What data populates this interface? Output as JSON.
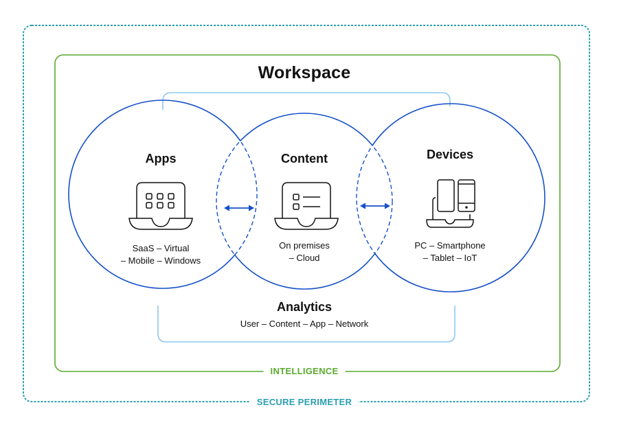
{
  "title": "Workspace",
  "colors": {
    "secure_perimeter": "#2a9fb2",
    "intelligence": "#5aaa2e",
    "circle_stroke": "#1450c8",
    "bracket": "#8ec8f0",
    "icon_stroke": "#111111"
  },
  "circles": [
    {
      "id": "apps",
      "title": "Apps",
      "lines": [
        "SaaS – Virtual",
        "– Mobile – Windows"
      ],
      "icon": "laptop-apps-grid-icon"
    },
    {
      "id": "content",
      "title": "Content",
      "lines": [
        "On premises",
        "– Cloud"
      ],
      "icon": "laptop-checklist-icon"
    },
    {
      "id": "devices",
      "title": "Devices",
      "lines": [
        "PC – Smartphone",
        "– Tablet – IoT"
      ],
      "icon": "devices-icon"
    }
  ],
  "connectors": [
    "bidirectional-arrow-icon",
    "bidirectional-arrow-icon"
  ],
  "analytics": {
    "title": "Analytics",
    "subtitle": "User – Content – App – Network"
  },
  "bands": {
    "intelligence": "INTELLIGENCE",
    "secure_perimeter": "SECURE PERIMETER"
  }
}
